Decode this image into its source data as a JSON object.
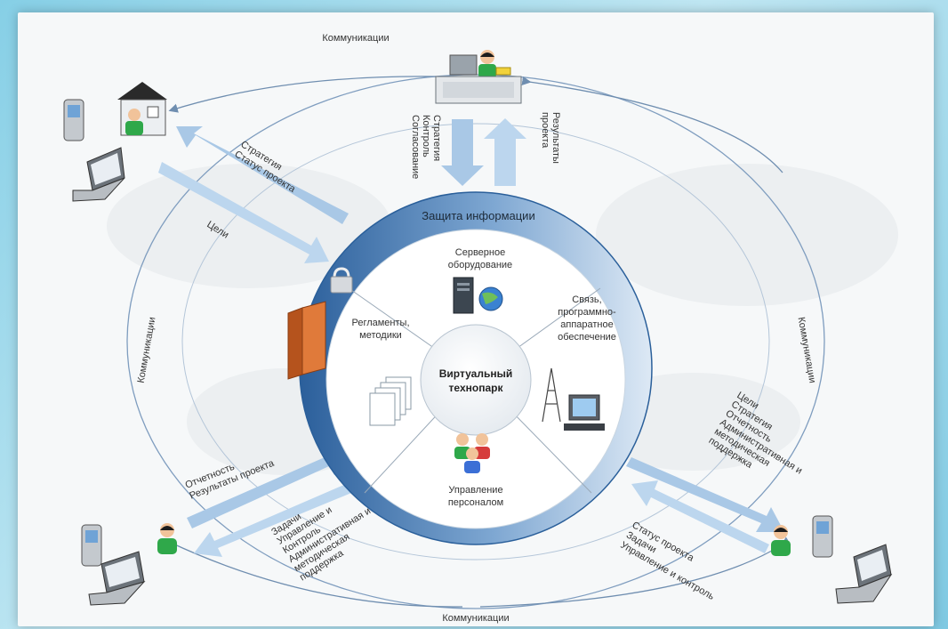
{
  "diagram": {
    "center": {
      "line1": "Виртуальный",
      "line2": "технопарк"
    },
    "ring_title": "Защита информации",
    "sectors": {
      "server": {
        "line1": "Серверное",
        "line2": "оборудование"
      },
      "comm": {
        "line1": "Связь,",
        "line2": "программно-",
        "line3": "аппаратное",
        "line4": "обеспечение"
      },
      "staff": {
        "line1": "Управление",
        "line2": "персоналом"
      },
      "regs": {
        "line1": "Регламенты,",
        "line2": "методики"
      }
    },
    "communications": {
      "top": "Коммуникации",
      "bottom": "Коммуникации",
      "left": "Коммуникации",
      "right": "Коммуникации"
    },
    "top_down": {
      "l1": "Стратегия",
      "l2": "Контроль",
      "l3": "Согласование"
    },
    "top_up": {
      "l1": "Результаты",
      "l2": "проекта"
    },
    "tl_out": {
      "l1": "Стратегия",
      "l2": "Статус проекта"
    },
    "tl_in": {
      "l1": "Цели"
    },
    "bl_in": {
      "l1": "Отчетность",
      "l2": "Результаты проекта"
    },
    "bl_out": {
      "l1": "Задачи",
      "l2": "Управление и",
      "l3": "Контроль",
      "l4": "Административная и",
      "l5": "методическая",
      "l6": "поддержка"
    },
    "br_out": {
      "l1": "Цели",
      "l2": "Стратегия",
      "l3": "Отчетность",
      "l4": "Административная и",
      "l5": "методическая",
      "l6": "поддержка"
    },
    "br_in": {
      "l1": "Статус проекта",
      "l2": "Задачи",
      "l3": "Управление и контроль"
    },
    "colors": {
      "ring_dark": "#2f6aa8",
      "ring_light": "#d6e6f4",
      "arrow": "#a9c8e6",
      "person": "#2fa84a",
      "line": "#6f8eb0"
    }
  }
}
